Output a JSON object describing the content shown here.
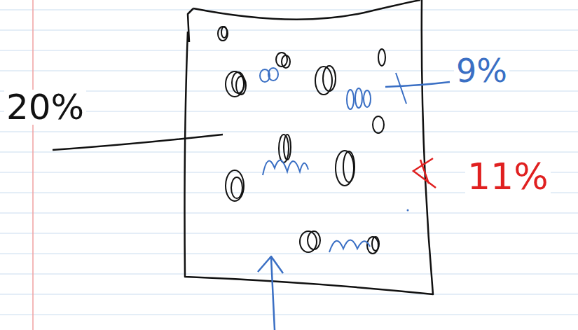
{
  "diagram": {
    "labels": [
      "20%",
      "9%",
      "11%"
    ]
  }
}
